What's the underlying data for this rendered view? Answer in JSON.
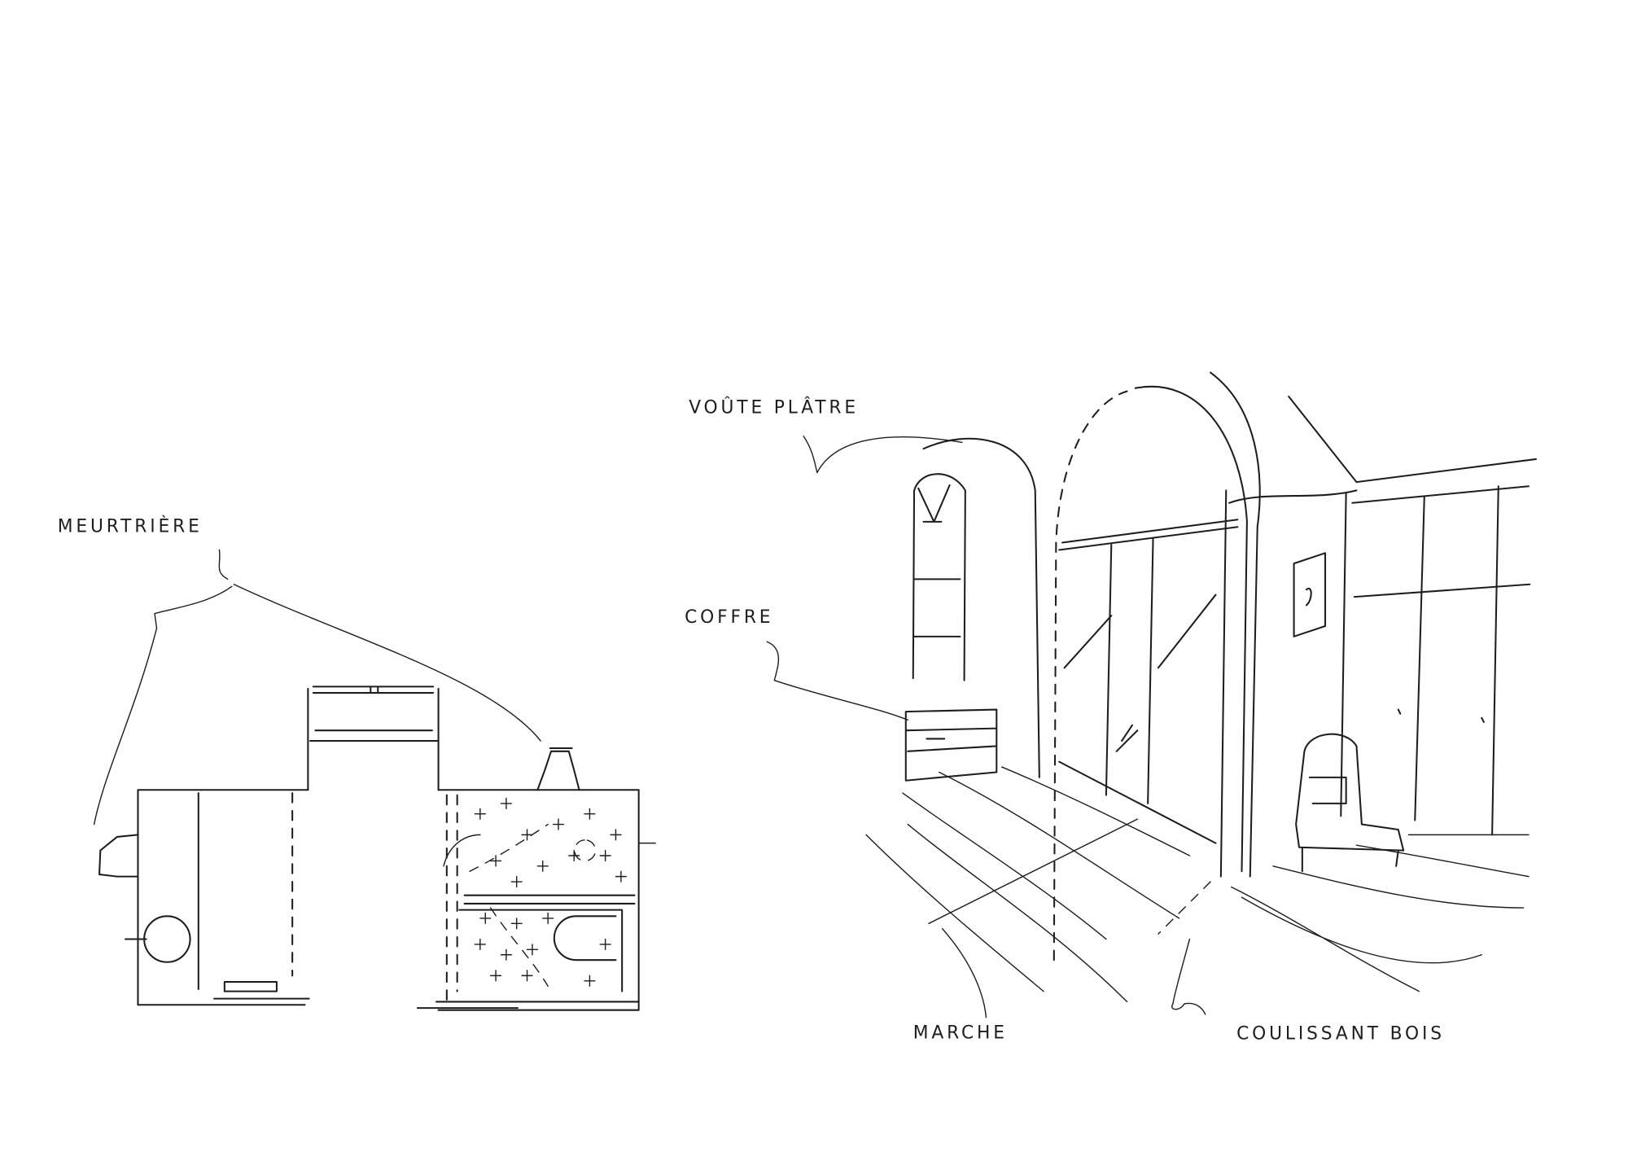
{
  "sketch": {
    "labels": {
      "meurtriere": "MEURTRIÈRE",
      "voute": "VOÛTE PLÂTRE",
      "coffre": "COFFRE",
      "marche": "MARCHE",
      "coulissant": "COULISSANT BOIS"
    },
    "ink_color": "#1e1e1e"
  }
}
